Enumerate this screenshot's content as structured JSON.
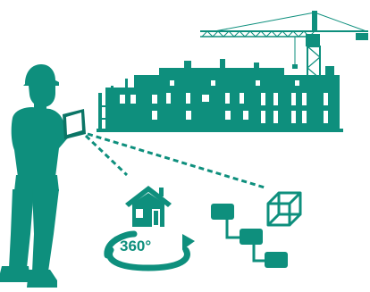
{
  "colors": {
    "primary": "#0e8f7d",
    "dark": "#0b7566",
    "background": "#ffffff"
  },
  "icons": {
    "worker": "construction-worker-with-tablet",
    "building": "building-under-construction",
    "crane": "tower-crane",
    "house": "house-icon",
    "rotation": "360-view-ring",
    "cube": "wireframe-cube-icon",
    "hierarchy": "hierarchy-blocks-icon"
  },
  "labels": {
    "view_360": "360°"
  }
}
